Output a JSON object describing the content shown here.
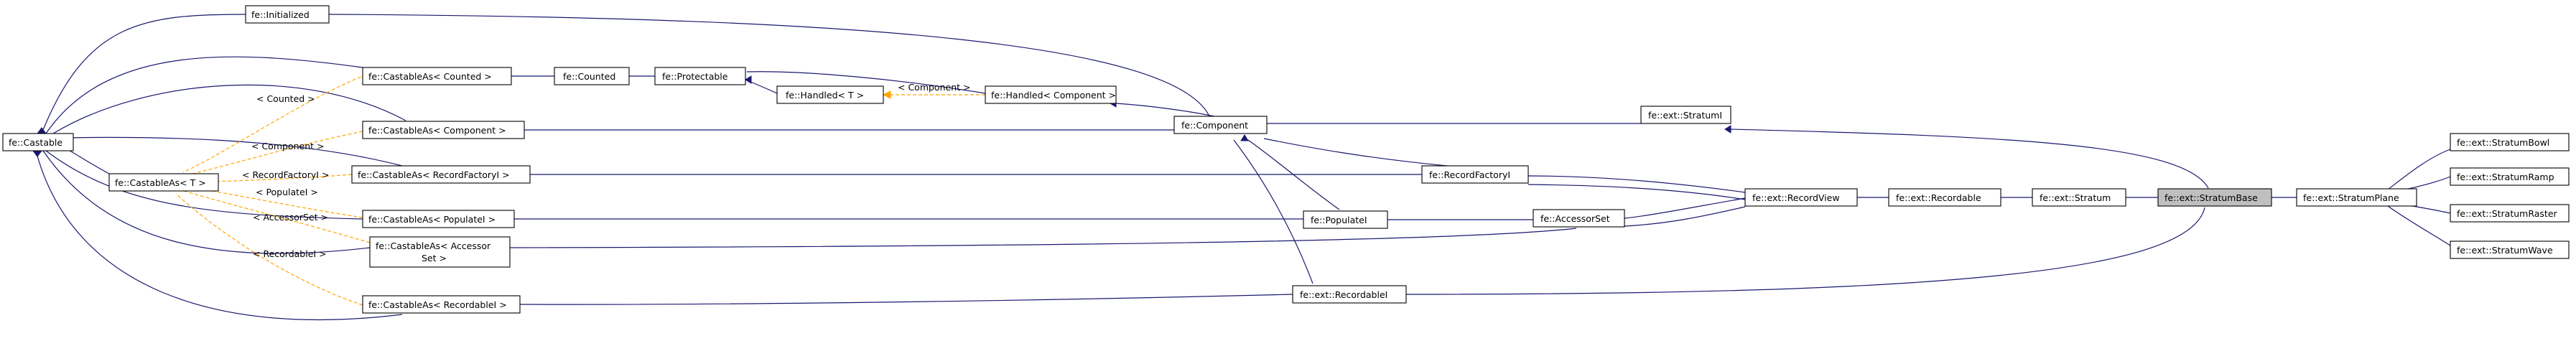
{
  "title": "",
  "colors": {
    "inheritance_edge": "#191970",
    "template_edge": "#ffa500",
    "highlight_fill": "#bfbfbf"
  },
  "nodes": {
    "castable": {
      "label": "fe::Castable"
    },
    "initialized": {
      "label": "fe::Initialized"
    },
    "castableas_counted": {
      "label": "fe::CastableAs< Counted >"
    },
    "castableas_t": {
      "label": "fe::CastableAs< T >"
    },
    "castableas_component": {
      "label": "fe::CastableAs< Component >"
    },
    "castableas_recordfactoryi": {
      "label": "fe::CastableAs< RecordFactoryI >"
    },
    "castableas_populatei": {
      "label": "fe::CastableAs< PopulateI >"
    },
    "castableas_accessorset": {
      "lines": [
        "fe::CastableAs< Accessor",
        "Set >"
      ]
    },
    "castableas_recordablei": {
      "label": "fe::CastableAs< RecordableI >"
    },
    "counted": {
      "label": "fe::Counted"
    },
    "protectable": {
      "label": "fe::Protectable"
    },
    "handled_t": {
      "label": "fe::Handled< T >"
    },
    "handled_component": {
      "label": "fe::Handled< Component >"
    },
    "component": {
      "label": "fe::Component"
    },
    "recordfactoryi": {
      "label": "fe::RecordFactoryI"
    },
    "populatei": {
      "label": "fe::PopulateI"
    },
    "recordablei": {
      "label": "fe::ext::RecordableI"
    },
    "accessorset": {
      "label": "fe::AccessorSet"
    },
    "recordview": {
      "label": "fe::ext::RecordView"
    },
    "recordable": {
      "label": "fe::ext::Recordable"
    },
    "stratumi": {
      "label": "fe::ext::StratumI"
    },
    "stratum": {
      "label": "fe::ext::Stratum"
    },
    "stratumbase": {
      "label": "fe::ext::StratumBase"
    },
    "stratumplane": {
      "label": "fe::ext::StratumPlane"
    },
    "stratumbowl": {
      "label": "fe::ext::StratumBowl"
    },
    "stratumramp": {
      "label": "fe::ext::StratumRamp"
    },
    "stratumraster": {
      "label": "fe::ext::StratumRaster"
    },
    "stratumwave": {
      "label": "fe::ext::StratumWave"
    }
  },
  "edge_labels": {
    "counted": "< Counted >",
    "component": "< Component >",
    "recordfactoryi": "< RecordFactoryI >",
    "populatei": "< PopulateI >",
    "accessorset": "< AccessorSet >",
    "recordablei": "< RecordableI >",
    "handled_component": "< Component >"
  }
}
